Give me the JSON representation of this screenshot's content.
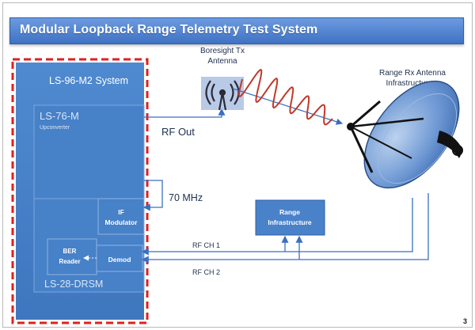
{
  "title": "Modular Loopback Range Telemetry Test System",
  "page_number": "3",
  "system": {
    "name": "LS-96-M2 System",
    "upconverter": {
      "name": "LS-76-M",
      "sub": "Upconverter"
    },
    "if_modulator": {
      "line1": "IF",
      "line2": "Modulator"
    },
    "drsm": {
      "name": "LS-28-DRSM"
    },
    "ber_reader": {
      "line1": "BER",
      "line2": "Reader"
    },
    "demod": "Demod"
  },
  "signals": {
    "rf_out": "RF Out",
    "if_freq": "70 MHz",
    "rf_ch1": "RF CH 1",
    "rf_ch2": "RF CH 2"
  },
  "tx_antenna": {
    "line1": "Boresight Tx",
    "line2": "Antenna"
  },
  "rx_antenna": {
    "line1": "Range Rx Antenna",
    "line2": "Infrastructure"
  },
  "range_infra": {
    "line1": "Range",
    "line2": "Infrastructure"
  },
  "colors": {
    "title_bar": "#4a7ed0",
    "system_fill": "#4b86cc",
    "dashed_border": "#e02020",
    "wave": "#c0392b",
    "line": "#3a6fc0"
  }
}
